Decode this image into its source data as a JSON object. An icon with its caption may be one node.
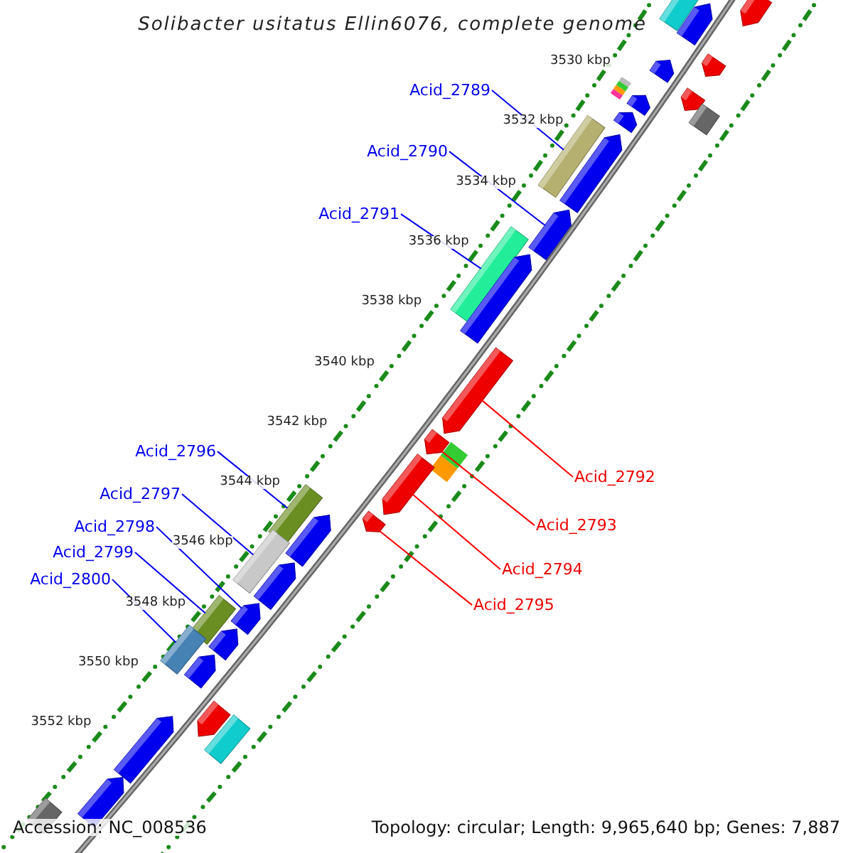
{
  "diagram": {
    "title": "Solibacter usitatus Ellin6076, complete genome",
    "nodes": [
      {
        "text": [
          "Acid_2789"
        ]
      },
      {
        "text": [
          "Acid_2790"
        ]
      },
      {
        "text": [
          "Acid_2791"
        ]
      },
      {
        "text": [
          "Acid_2792"
        ]
      },
      {
        "text": [
          "Acid_2793"
        ]
      },
      {
        "text": [
          "Acid_2794"
        ]
      },
      {
        "text": [
          "Acid_2795"
        ]
      },
      {
        "text": [
          "Acid_2796"
        ]
      },
      {
        "text": [
          "Acid_2797"
        ]
      },
      {
        "text": [
          "Acid_2798"
        ]
      },
      {
        "text": [
          "Acid_2799"
        ]
      },
      {
        "text": [
          "Acid_2800"
        ]
      },
      {
        "text": [],
        "shape": "box"
      },
      {
        "text": [],
        "shape": "arrow"
      },
      {
        "text": [],
        "shape": "arrow"
      },
      {
        "text": [],
        "shape": "arrow"
      },
      {
        "text": [],
        "shape": "arrow"
      },
      {
        "text": [],
        "shape": "box"
      },
      {
        "text": [],
        "shape": "arrow"
      },
      {
        "text": [],
        "shape": "arrow"
      },
      {
        "text": [],
        "shape": "arrow"
      },
      {
        "text": [],
        "shape": "box"
      },
      {
        "text": [],
        "shape": "box"
      },
      {
        "text": [],
        "shape": "arrow"
      },
      {
        "text": [],
        "shape": "arrow"
      },
      {
        "text": [],
        "shape": "box"
      },
      {
        "text": [],
        "shape": "arrow"
      },
      {
        "text": [],
        "shape": "arrow"
      },
      {
        "text": [],
        "shape": "arrow"
      },
      {
        "text": [],
        "shape": "box"
      },
      {
        "text": [],
        "shape": "arrow"
      },
      {
        "text": [],
        "shape": "box"
      },
      {
        "text": [],
        "shape": "arrow"
      },
      {
        "text": [],
        "shape": "arrow"
      },
      {
        "text": [],
        "shape": "box"
      },
      {
        "text": [],
        "shape": "arrow"
      },
      {
        "text": [],
        "shape": "arrow"
      },
      {
        "text": [],
        "shape": "box"
      },
      {
        "text": [],
        "shape": "arrow"
      },
      {
        "text": [],
        "shape": "box"
      },
      {
        "text": [],
        "shape": "arrow"
      },
      {
        "text": [],
        "shape": "arrow"
      },
      {
        "text": [],
        "shape": "box"
      },
      {
        "text": [],
        "shape": "arrow"
      },
      {
        "text": [],
        "shape": "arrow"
      },
      {
        "text": [],
        "shape": "box"
      }
    ],
    "edges": [
      {
        "from": 0,
        "to": 22,
        "arrow": "none"
      },
      {
        "from": 1,
        "to": 24,
        "arrow": "none"
      },
      {
        "from": 2,
        "to": 25,
        "arrow": "none"
      },
      {
        "from": 3,
        "to": 27,
        "arrow": "none",
        "color": "#ff0000"
      },
      {
        "from": 4,
        "to": 28,
        "arrow": "none",
        "color": "#ff0000"
      },
      {
        "from": 5,
        "to": 30,
        "arrow": "none",
        "color": "#ff0000"
      },
      {
        "from": 6,
        "to": 32,
        "arrow": "none",
        "color": "#ff0000"
      },
      {
        "from": 7,
        "to": 31,
        "arrow": "none"
      },
      {
        "from": 8,
        "to": 34,
        "arrow": "none"
      },
      {
        "from": 9,
        "to": 36,
        "arrow": "none"
      },
      {
        "from": 10,
        "to": 37,
        "arrow": "none"
      },
      {
        "from": 11,
        "to": 39,
        "arrow": "none"
      }
    ],
    "labels": [
      "3530 kbp",
      "3532 kbp",
      "3534 kbp",
      "3536 kbp",
      "3538 kbp",
      "3540 kbp",
      "3542 kbp",
      "3544 kbp",
      "3546 kbp",
      "3548 kbp",
      "3550 kbp",
      "3552 kbp",
      "Accession: NC_008536",
      "Topology: circular; Length: 9,965,640 bp; Genes: 7,887"
    ]
  }
}
